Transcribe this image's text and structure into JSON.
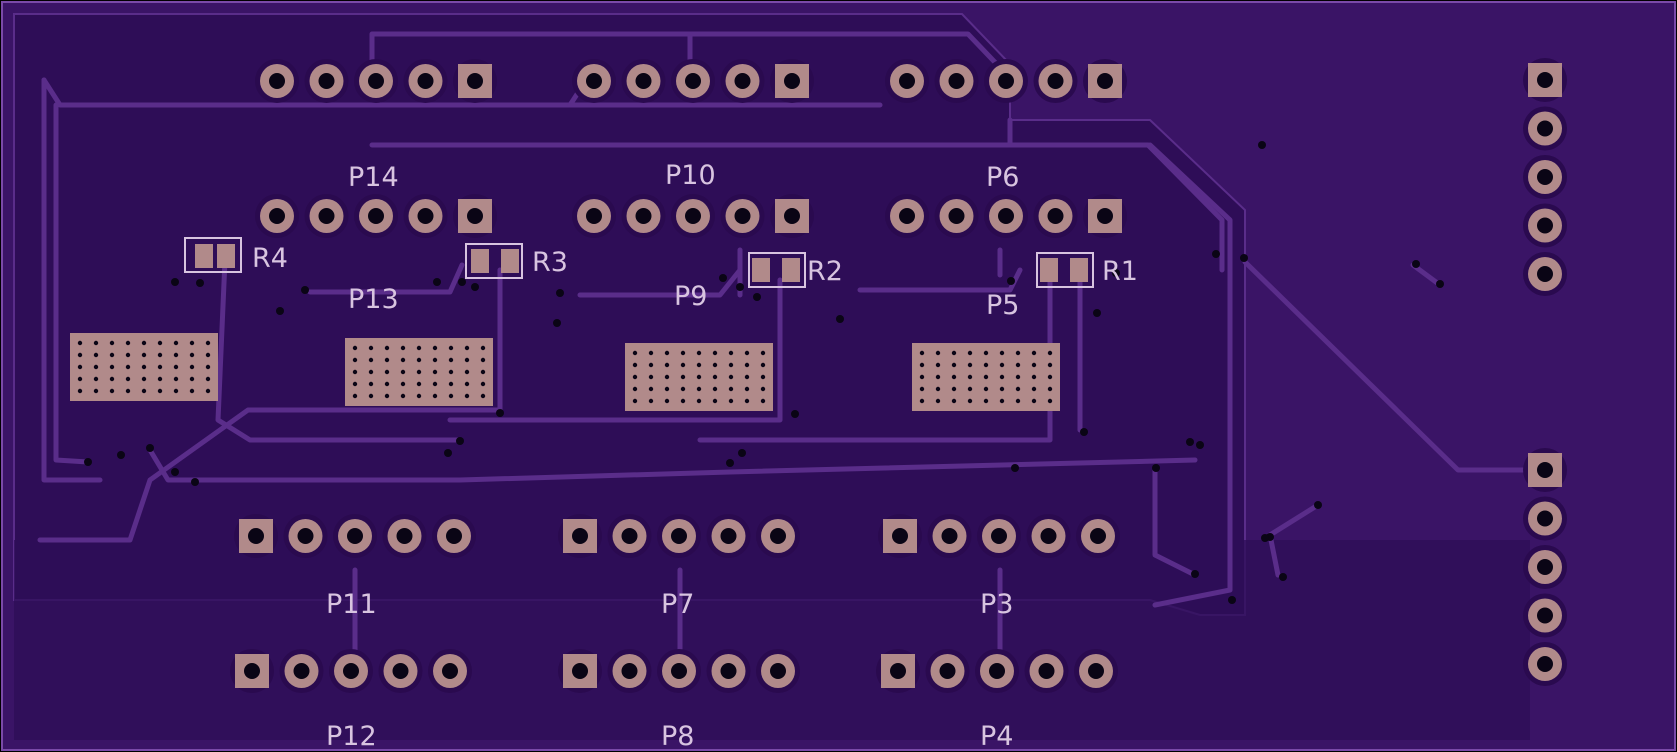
{
  "colors": {
    "background": "#000000",
    "board_fill": "#3a1466",
    "ground_pour": "#2e0d57",
    "copper_trace": "#5a2d8a",
    "pad_copper": "#b18a8a",
    "silkscreen": "#d8c4e0",
    "drill_hole": "#0a0515"
  },
  "labels": {
    "P14": "P14",
    "P13": "P13",
    "P10": "P10",
    "P9": "P9",
    "P6": "P6",
    "P5": "P5",
    "P11": "P11",
    "P12": "P12",
    "P7": "P7",
    "P8": "P8",
    "P3": "P3",
    "P4": "P4",
    "R1": "R1",
    "R2": "R2",
    "R3": "R3",
    "R4": "R4"
  }
}
